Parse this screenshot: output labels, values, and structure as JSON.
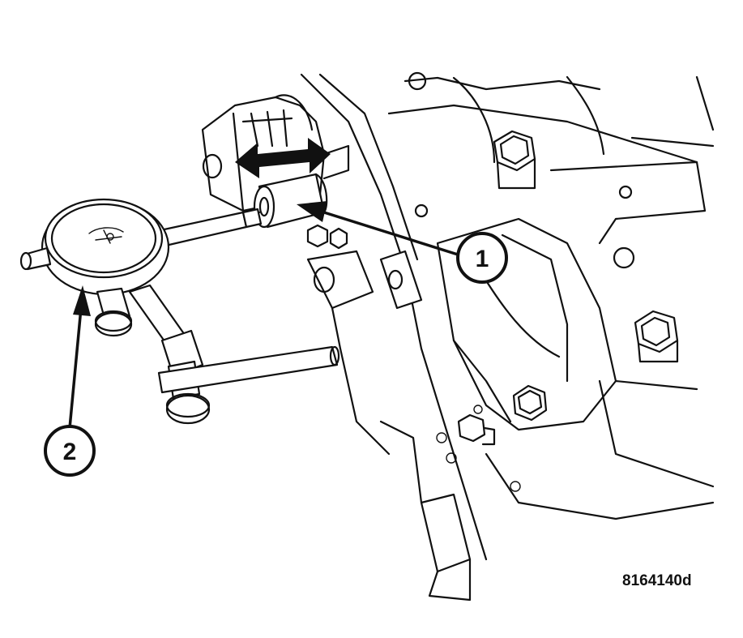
{
  "figure_id": "8164140d",
  "callouts": [
    {
      "number": "1"
    },
    {
      "number": "2"
    }
  ],
  "colors": {
    "line": "#111111",
    "background": "#ffffff"
  }
}
